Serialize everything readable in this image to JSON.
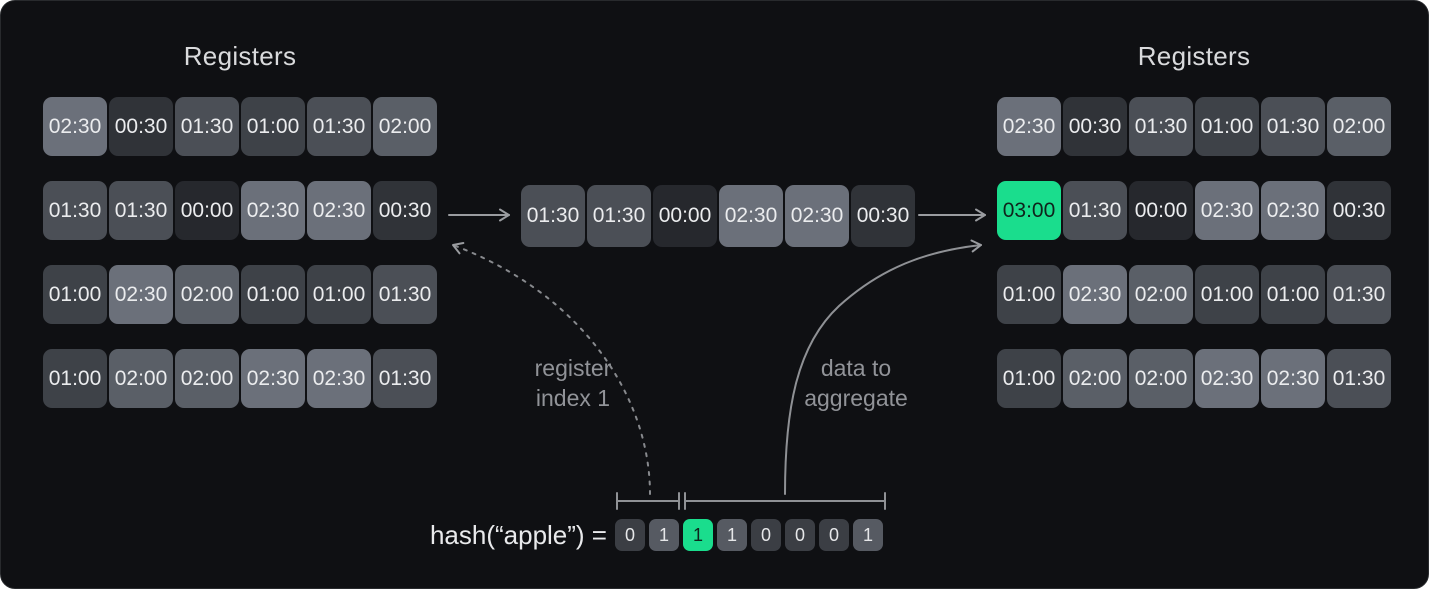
{
  "colors": {
    "background": "#0f1013",
    "border": "#282a2d",
    "accent_green": "#1add8d",
    "green_text": "#0f241c",
    "arrow_gray": "#9a9ca0",
    "label_gray": "#919398",
    "cell_text": "#ebecee",
    "title_text": "#d9dadc"
  },
  "value_colors": {
    "00:00": "#26282d",
    "00:30": "#303338",
    "01:00": "#3e4248",
    "01:30": "#4b4f56",
    "02:00": "#5a5f67",
    "02:30": "#6b707a",
    "03:00": "#1add8d"
  },
  "bit_colors": {
    "0": "#3b3e44",
    "1": "#565a62"
  },
  "left_registers": {
    "title": "Registers",
    "rows": [
      [
        "02:30",
        "00:30",
        "01:30",
        "01:00",
        "01:30",
        "02:00"
      ],
      [
        "01:30",
        "01:30",
        "00:00",
        "02:30",
        "02:30",
        "00:30"
      ],
      [
        "01:00",
        "02:30",
        "02:00",
        "01:00",
        "01:00",
        "01:30"
      ],
      [
        "01:00",
        "02:00",
        "02:00",
        "02:30",
        "02:30",
        "01:30"
      ]
    ]
  },
  "extracted_row": {
    "rows": [
      [
        "01:30",
        "01:30",
        "00:00",
        "02:30",
        "02:30",
        "00:30"
      ]
    ]
  },
  "right_registers": {
    "title": "Registers",
    "highlight": {
      "row": 1,
      "col": 0
    },
    "rows": [
      [
        "02:30",
        "00:30",
        "01:30",
        "01:00",
        "01:30",
        "02:00"
      ],
      [
        "03:00",
        "01:30",
        "00:00",
        "02:30",
        "02:30",
        "00:30"
      ],
      [
        "01:00",
        "02:30",
        "02:00",
        "01:00",
        "01:00",
        "01:30"
      ],
      [
        "01:00",
        "02:00",
        "02:00",
        "02:30",
        "02:30",
        "01:30"
      ]
    ]
  },
  "annotations": {
    "register_index_line1": "register",
    "register_index_line2": "index 1",
    "data_aggregate_line1": "data to",
    "data_aggregate_line2": "aggregate"
  },
  "hash": {
    "label": "hash(“apple”) =",
    "bits": [
      "0",
      "1",
      "1",
      "1",
      "0",
      "0",
      "0",
      "1"
    ],
    "highlight_index": 2
  }
}
